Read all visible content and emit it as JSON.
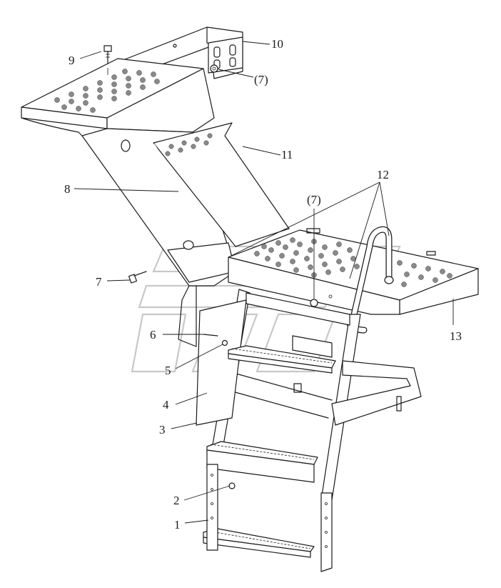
{
  "callouts": {
    "c1": "1",
    "c2": "2",
    "c3": "3",
    "c4": "4",
    "c5": "5",
    "c6": "6",
    "c7": "7",
    "c7a": "(7)",
    "c7b": "(7)",
    "c8": "8",
    "c9": "9",
    "c10": "10",
    "c11": "11",
    "c12": "12",
    "c13": "13"
  }
}
